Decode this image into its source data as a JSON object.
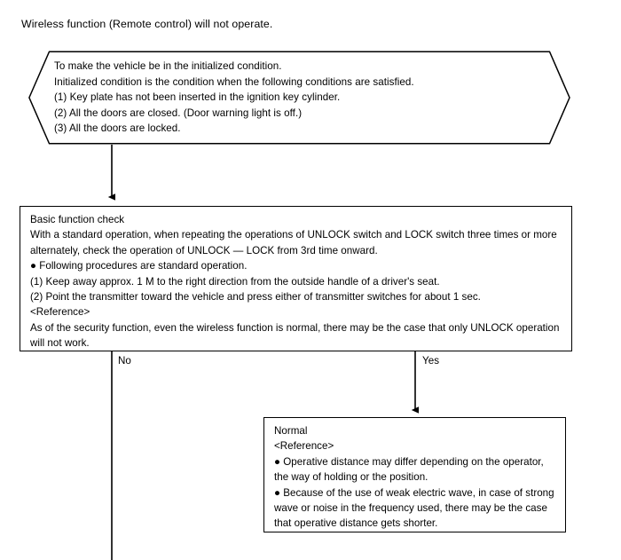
{
  "diagram": {
    "type": "flowchart",
    "title": "Wireless function (Remote control) will not operate.",
    "colors": {
      "background": "#ffffff",
      "stroke": "#000000",
      "text": "#000000"
    },
    "nodes": {
      "initialize_condition": {
        "shape": "hexagon",
        "name": "initialized-condition-node",
        "lines": [
          "To make the vehicle be in the initialized condition.",
          "Initialized condition is the condition when the following conditions are satisfied.",
          "(1) Key plate has not been inserted in the ignition key cylinder.",
          "(2) All the doors are closed. (Door warning light is off.)",
          "(3) All the doors are locked."
        ]
      },
      "basic_function_check": {
        "shape": "rectangle",
        "name": "basic-function-check-node",
        "heading": "Basic function check",
        "lines": [
          "With a standard operation, when repeating the operations of UNLOCK switch and LOCK switch three times or more alternately, check the operation of UNLOCK — LOCK from 3rd time onward.",
          "● Following procedures are standard operation.",
          "(1) Keep away approx. 1 M to the right direction from the outside handle of a driver's seat.",
          "(2) Point the transmitter toward the vehicle and press either of transmitter switches for about 1 sec.",
          "<Reference>",
          "As of the security function, even the wireless function is normal, there may be the case that only UNLOCK operation will not work."
        ]
      },
      "normal": {
        "shape": "rectangle",
        "name": "normal-result-node",
        "heading": "Normal",
        "subheading": "<Reference>",
        "lines": [
          "● Operative distance may differ depending on the operator, the way of holding or the position.",
          "● Because of the use of weak electric wave, in case of strong wave or noise in the frequency used, there may be the case that operative distance gets shorter."
        ]
      }
    },
    "branches": {
      "no_label": "No",
      "yes_label": "Yes"
    }
  }
}
